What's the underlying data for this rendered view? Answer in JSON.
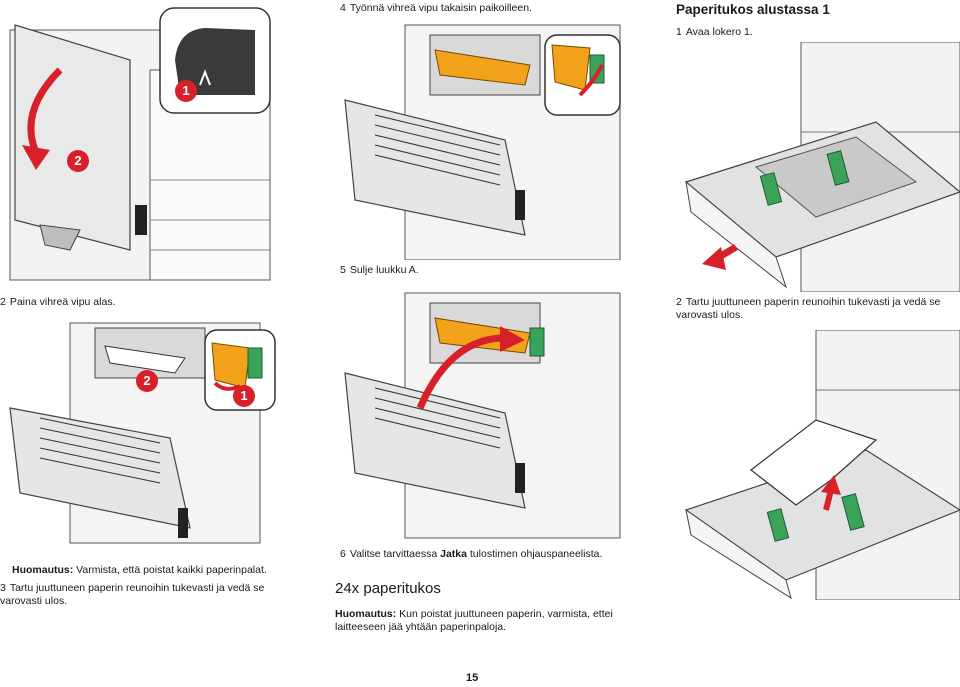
{
  "col2": {
    "step4": {
      "num": "4",
      "text": "Työnnä vihreä vipu takaisin paikoilleen."
    },
    "step5": {
      "num": "5",
      "text": "Sulje luukku A."
    },
    "step6": {
      "num": "6",
      "pre": "Valitse tarvittaessa ",
      "bold": "Jatka",
      "post": " tulostimen ohjauspaneelista."
    },
    "heading": "24x paperitukos",
    "note": {
      "label": "Huomautus:",
      "text": " Kun poistat juuttuneen paperin, varmista, ettei laitteeseen jää yhtään paperinpaloja."
    }
  },
  "col1": {
    "step2": {
      "num": "2",
      "text": "Paina vihreä vipu alas."
    },
    "note": {
      "label": "Huomautus:",
      "text": " Varmista, että poistat kaikki paperinpalat."
    },
    "step3": {
      "num": "3",
      "text": "Tartu juuttuneen paperin reunoihin tukevasti ja vedä se varovasti ulos."
    }
  },
  "col3": {
    "heading": "Paperitukos alustassa 1",
    "step1": {
      "num": "1",
      "text": "Avaa lokero 1."
    },
    "step2": {
      "num": "2",
      "text": "Tartu juuttuneen paperin reunoihin tukevasti ja vedä se varovasti ulos."
    }
  },
  "callouts": {
    "one": "1",
    "two": "2"
  },
  "page_number": "15",
  "colors": {
    "callout": "#d8202a",
    "lever": "#3aa35a",
    "fuser": "#f2a31b"
  }
}
